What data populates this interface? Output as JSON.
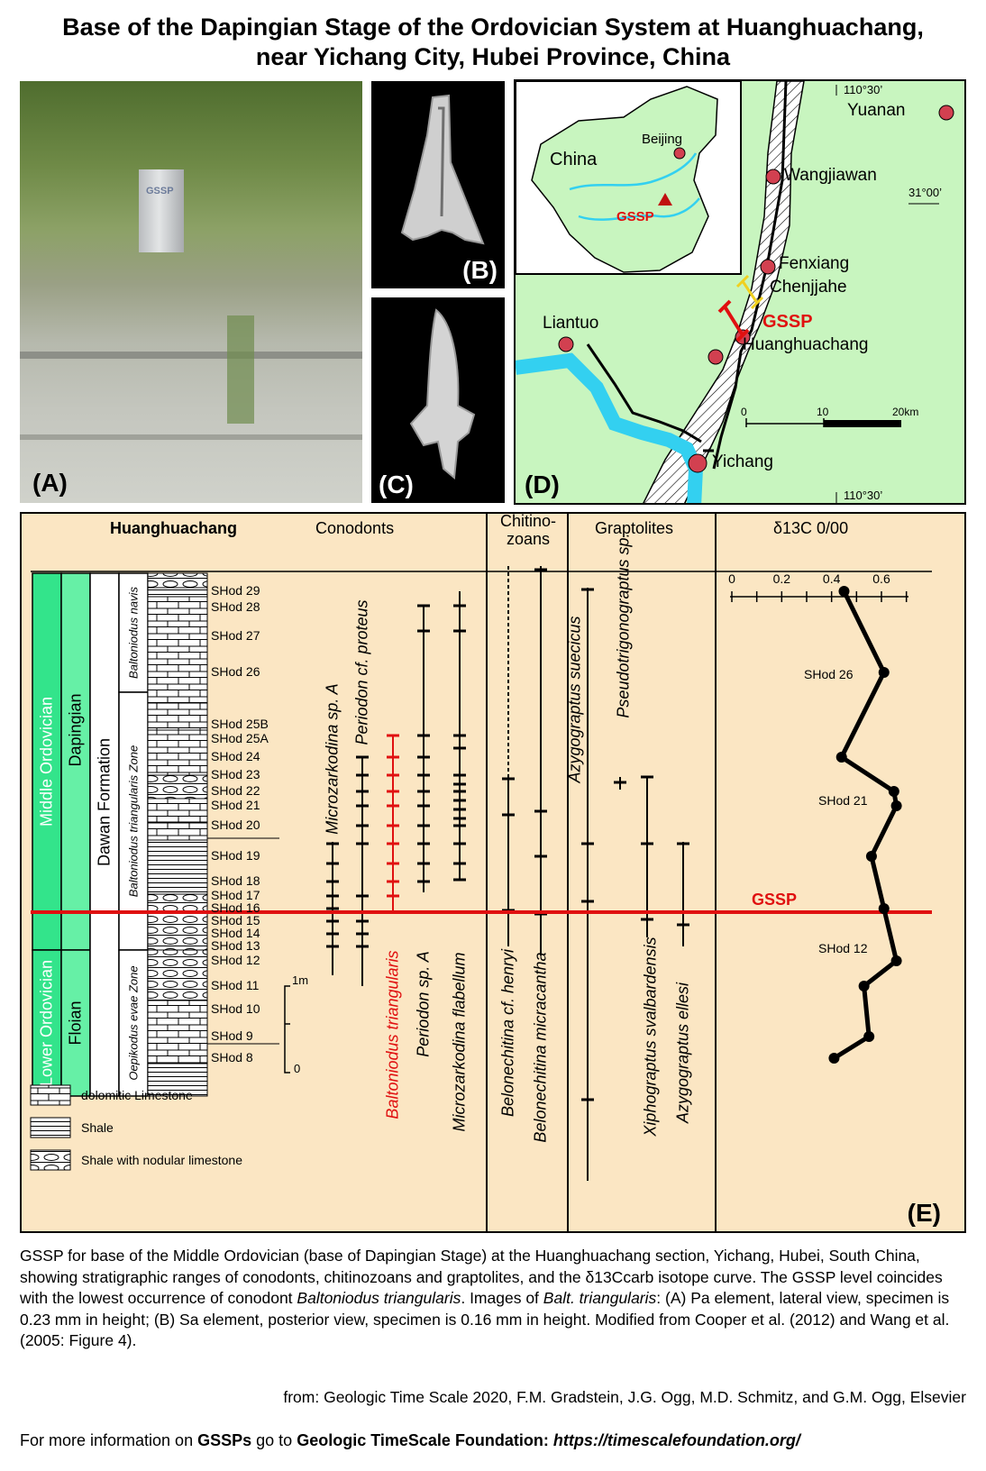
{
  "title": {
    "line1": "Base of the Dapingian Stage of the Ordovician System at Huanghuachang,",
    "line2": "near Yichang City, Hubei Province, China"
  },
  "panels": {
    "a_label": "(A)",
    "b_label": "(B)",
    "c_label": "(C)",
    "d_label": "(D)",
    "e_label": "(E)",
    "gssp_marker_text": "GSSP"
  },
  "map": {
    "inset": {
      "country": "China",
      "capital": "Beijing",
      "gssp": "GSSP"
    },
    "places": [
      "Yuanan",
      "Wangjiawan",
      "Fenxiang",
      "Chenjjahe",
      "Huanghuachang",
      "Liantuo",
      "Yichang"
    ],
    "gssp": "GSSP",
    "coords": {
      "lon_top": "110°30’",
      "lat": "31°00’",
      "lon_bottom": "110°30’"
    },
    "scale": {
      "ticks": [
        "0",
        "10",
        "20km"
      ]
    }
  },
  "section": {
    "locality": "Huanghuachang",
    "headers": {
      "conodonts": "Conodonts",
      "chitino_1": "Chitino-",
      "chitino_2": "zoans",
      "graptolites": "Graptolites",
      "isotope": "δ13C 0/00"
    },
    "series": {
      "upper": "Middle Ordovician",
      "lower": "Lower Ordovician"
    },
    "stages": {
      "upper": "Dapingian",
      "lower": "Floian"
    },
    "formation": "Dawan Formation",
    "zones": {
      "navis": "Baltoniodus navis",
      "triangularis": "Baltoniodus triangularis Zone",
      "evae": "Oepikodus evae Zone"
    },
    "samples": [
      "SHod 29",
      "SHod 28",
      "SHod 27",
      "SHod 26",
      "SHod 25B",
      "SHod 25A",
      "SHod 24",
      "SHod 23",
      "SHod 22",
      "SHod 21",
      "SHod 20",
      "SHod 19",
      "SHod 18",
      "SHod 17",
      "SHod 16",
      "SHod 15",
      "SHod 14",
      "SHod 13",
      "SHod 12",
      "SHod 11",
      "SHod 10",
      "SHod 9",
      "SHod 8"
    ],
    "scale_bar": {
      "top": "1m",
      "bottom": "0"
    },
    "taxa": {
      "conodonts": [
        "Microzarkodina sp. A",
        "Periodon cf. proteus",
        "Baltoniodus triangularis",
        "Periodon sp. A",
        "Microzarkodina flabellum"
      ],
      "chitinozoans": [
        "Belonechitina cf. henryi",
        "Belonechitina micracantha"
      ],
      "graptolites": [
        "Azygograptus suecicus",
        "Pseudotrigonograptus sp.",
        "Xiphograptus svalbardensis",
        "Azygograptus ellesi"
      ]
    },
    "gssp_label": "GSSP",
    "isotope_axis": {
      "ticks": [
        "0",
        "0.2",
        "0.4",
        "0.6"
      ]
    },
    "isotope_labels": [
      "SHod 26",
      "SHod 21",
      "SHod 12"
    ],
    "legend": [
      "dolomitic Limestone",
      "Shale",
      "Shale with nodular limestone"
    ]
  },
  "chart_data": {
    "type": "line",
    "xlabel": "δ13C 0/00",
    "xlim": [
      0,
      0.7
    ],
    "points": [
      {
        "sample": "SHod 29",
        "value": 0.45
      },
      {
        "sample": "SHod 26",
        "value": 0.61
      },
      {
        "sample": "SHod 24",
        "value": 0.44
      },
      {
        "sample": "SHod 22",
        "value": 0.65
      },
      {
        "sample": "SHod 21",
        "value": 0.66
      },
      {
        "sample": "SHod 19",
        "value": 0.56
      },
      {
        "sample": "SHod 16",
        "value": 0.61
      },
      {
        "sample": "SHod 12",
        "value": 0.66
      },
      {
        "sample": "SHod 11",
        "value": 0.53
      },
      {
        "sample": "SHod 9",
        "value": 0.55
      },
      {
        "sample": "SHod 8",
        "value": 0.41
      }
    ]
  },
  "caption": {
    "p1": "GSSP for base of the Middle Ordovician (base of Dapingian Stage) at the Huanghuachang section, Yichang, Hubei, South China, showing stratigraphic ranges of conodonts, chitinozoans and graptolites, and the δ13Ccarb isotope curve. The GSSP level coincides with the lowest occurrence of conodont",
    "i1": "Baltoniodus triangularis",
    "p2": ". Images of",
    "i2": "Balt. triangularis",
    "p3": ": (A) Pa element, lateral view, specimen is 0.23 mm in height; (B) Sa element, posterior view, specimen is 0.16 mm in height. Modified from Cooper et al. (2012) and Wang et al. (2005: Figure 4)."
  },
  "credit": "from: Geologic Time Scale 2020, F.M. Gradstein, J.G. Ogg, M.D. Schmitz, and G.M. Ogg, Elsevier",
  "footer": {
    "t1": "For more information on",
    "b1": "GSSPs",
    "t2": "go to",
    "b2": "Geologic TimeScale Foundation:",
    "url": "https://timescalefoundation.org/"
  },
  "colors": {
    "series_green": "#33e48b",
    "stage_green": "#66f0a6",
    "section_bg": "#fbe6c3",
    "map_bg": "#c8f5bf",
    "river": "#33d0f0",
    "gssp_red": "#e01010"
  }
}
